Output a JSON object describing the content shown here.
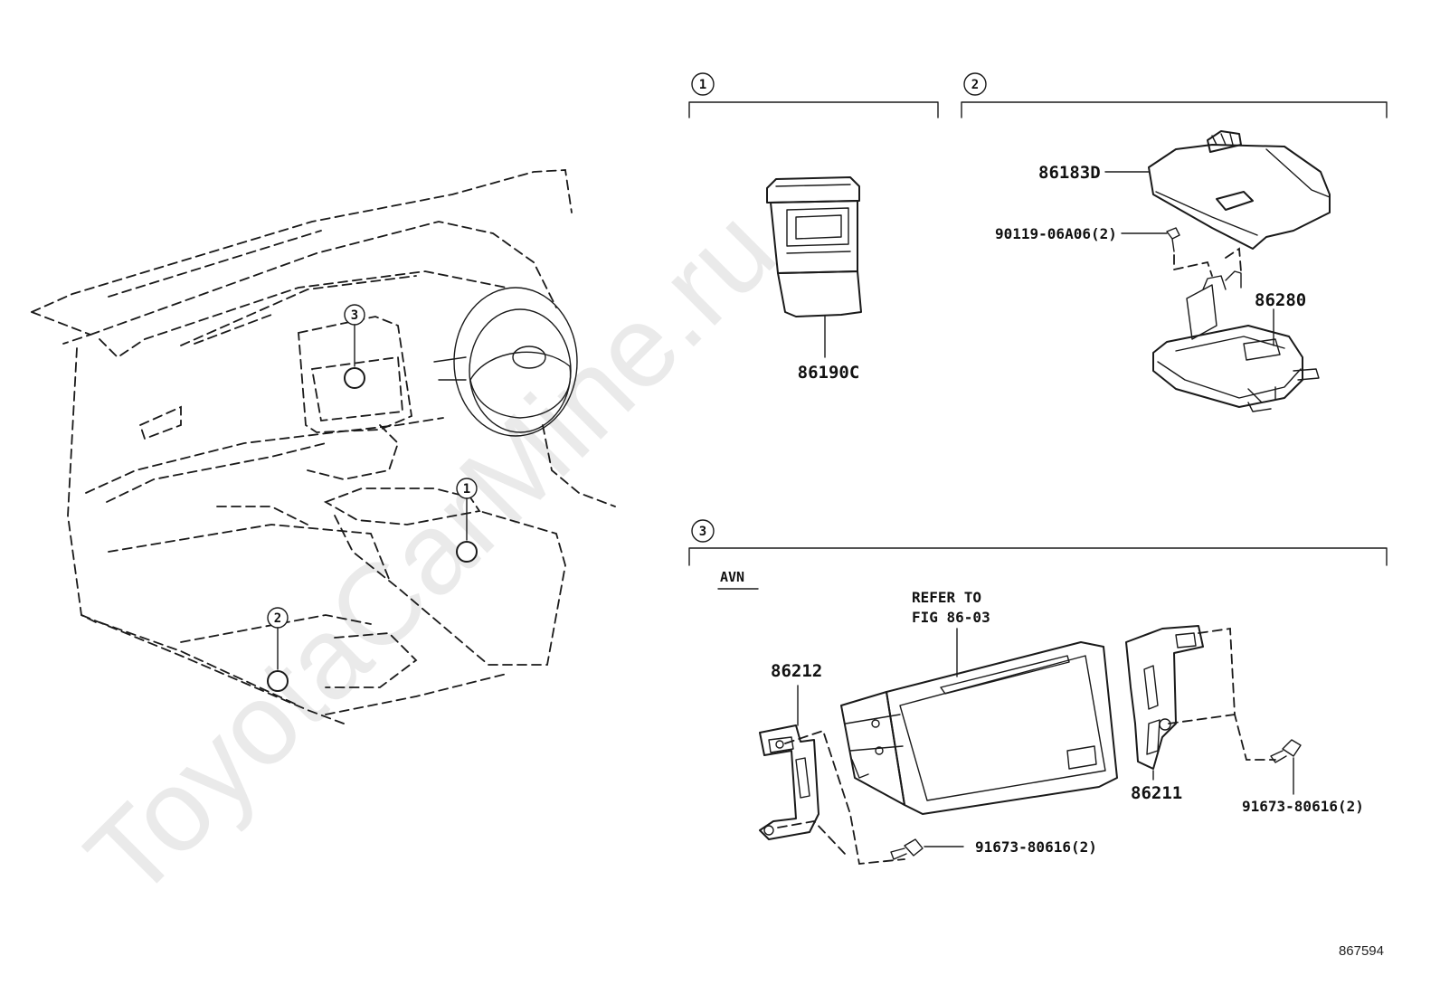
{
  "watermark": "ToyotaCarMine.ru",
  "figure_number": "867594",
  "section_markers": {
    "one": "1",
    "two": "2",
    "three": "3"
  },
  "location_markers": {
    "one": "1",
    "two": "2",
    "three": "3"
  },
  "avn_label": "AVN",
  "refer_note": {
    "line1": "REFER TO",
    "line2": "FIG 86-03"
  },
  "parts": {
    "p86190C": "86190C",
    "p86183D": "86183D",
    "p90119": "90119-06A06(2)",
    "p86280": "86280",
    "p86212": "86212",
    "p86211": "86211",
    "p91673_left": "91673-80616(2)",
    "p91673_right": "91673-80616(2)"
  }
}
